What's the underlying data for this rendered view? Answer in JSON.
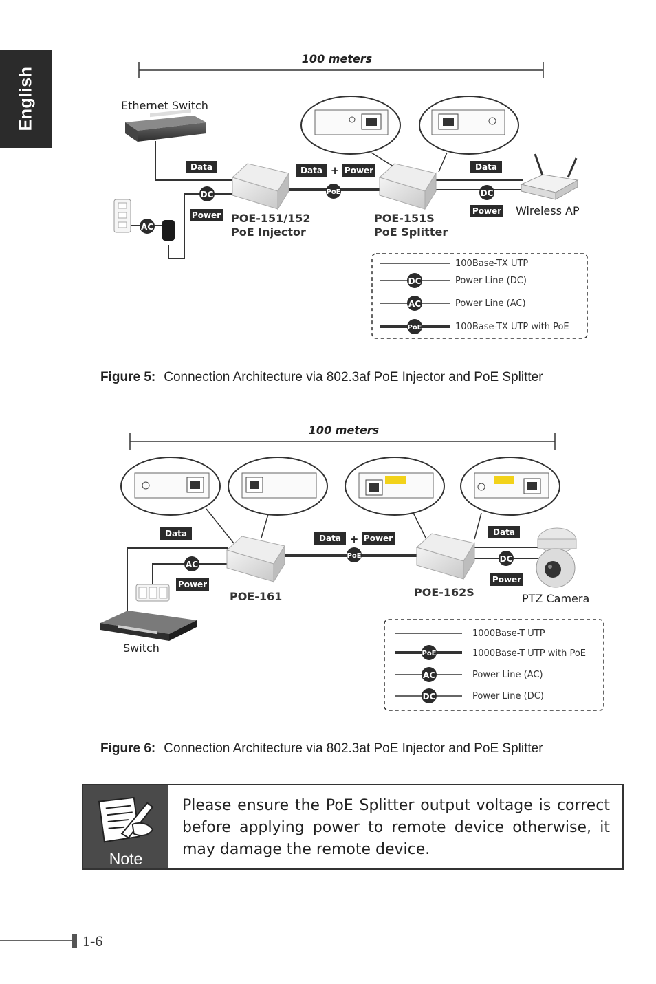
{
  "sidebar_tab": "English",
  "figure5": {
    "distance": "100 meters",
    "labels": {
      "ethernet_switch": "Ethernet Switch",
      "wireless_ap": "Wireless AP",
      "injector_model": "POE-151/152",
      "injector_name": "PoE Injector",
      "splitter_model": "POE-151S",
      "splitter_name": "PoE Splitter"
    },
    "tags": {
      "data": "Data",
      "power": "Power",
      "plus": "+",
      "dc": "DC",
      "ac": "AC",
      "poe": "PoE"
    },
    "legend": [
      {
        "badge": "",
        "label": "100Base-TX UTP"
      },
      {
        "badge": "DC",
        "label": "Power Line (DC)"
      },
      {
        "badge": "AC",
        "label": "Power Line (AC)"
      },
      {
        "badge": "PoE",
        "label": "100Base-TX UTP with PoE"
      }
    ],
    "caption_label": "Figure 5:",
    "caption_text": "Connection Architecture via 802.3af PoE Injector and PoE Splitter"
  },
  "figure6": {
    "distance": "100 meters",
    "labels": {
      "switch": "Switch",
      "ptz_camera": "PTZ Camera",
      "injector_model": "POE-161",
      "splitter_model": "POE-162S"
    },
    "tags": {
      "data": "Data",
      "power": "Power",
      "plus": "+",
      "dc": "DC",
      "ac": "AC",
      "poe": "PoE"
    },
    "legend": [
      {
        "badge": "",
        "label": "1000Base-T UTP"
      },
      {
        "badge": "PoE",
        "label": "1000Base-T UTP with PoE"
      },
      {
        "badge": "AC",
        "label": "Power Line (AC)"
      },
      {
        "badge": "DC",
        "label": "Power Line (DC)"
      }
    ],
    "caption_label": "Figure 6:",
    "caption_text": "Connection Architecture via 802.3at PoE Injector and PoE Splitter"
  },
  "note": {
    "label": "Note",
    "text": "Please ensure the PoE Splitter output voltage is correct before applying power to remote device otherwise, it may damage the remote device."
  },
  "page_number": "1-6"
}
